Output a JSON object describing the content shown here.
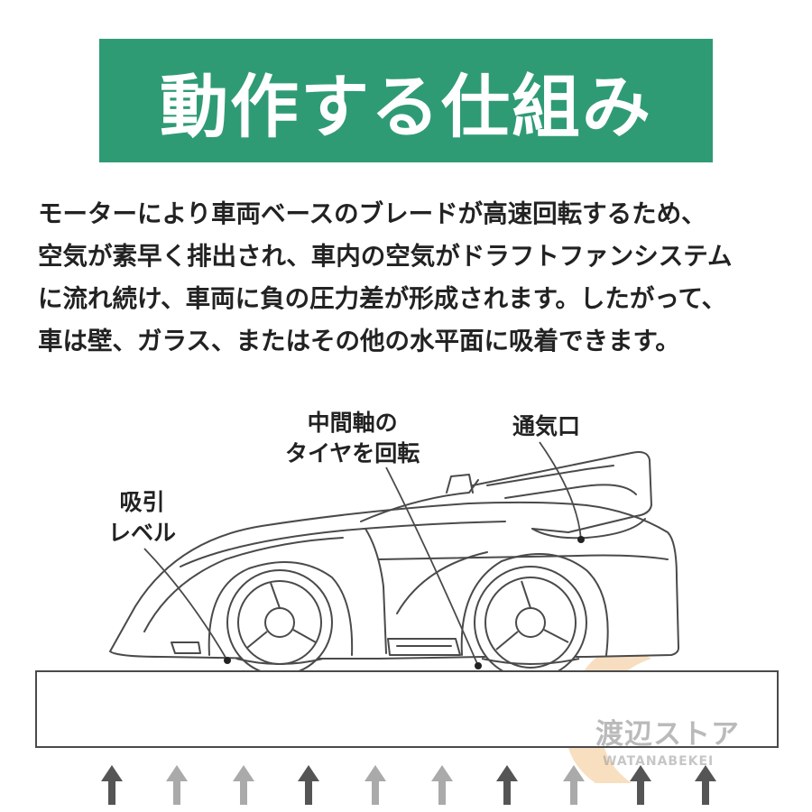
{
  "title": "動作する仕組み",
  "description_lines": [
    "モーターにより車両ベースのブレードが高速回転するため、",
    "空気が素早く排出され、車内の空気がドラフトファンシステム",
    "に流れ続け、車両に負の圧力差が形成されます。したがって、",
    "車は壁、ガラス、またはその他の水平面に吸着できます。"
  ],
  "labels": {
    "suction": [
      "吸引",
      "レベル"
    ],
    "axle": [
      "中間軸の",
      "タイヤを回転"
    ],
    "vent": "通気口"
  },
  "watermark": {
    "text": "渡辺ストア",
    "sub": "WATANABEKEI"
  },
  "colors": {
    "banner": "#2f9b74",
    "line": "#4a4a4a",
    "watermark_orange": "#f2c48d"
  },
  "icons": [
    "up-arrow-icon"
  ]
}
